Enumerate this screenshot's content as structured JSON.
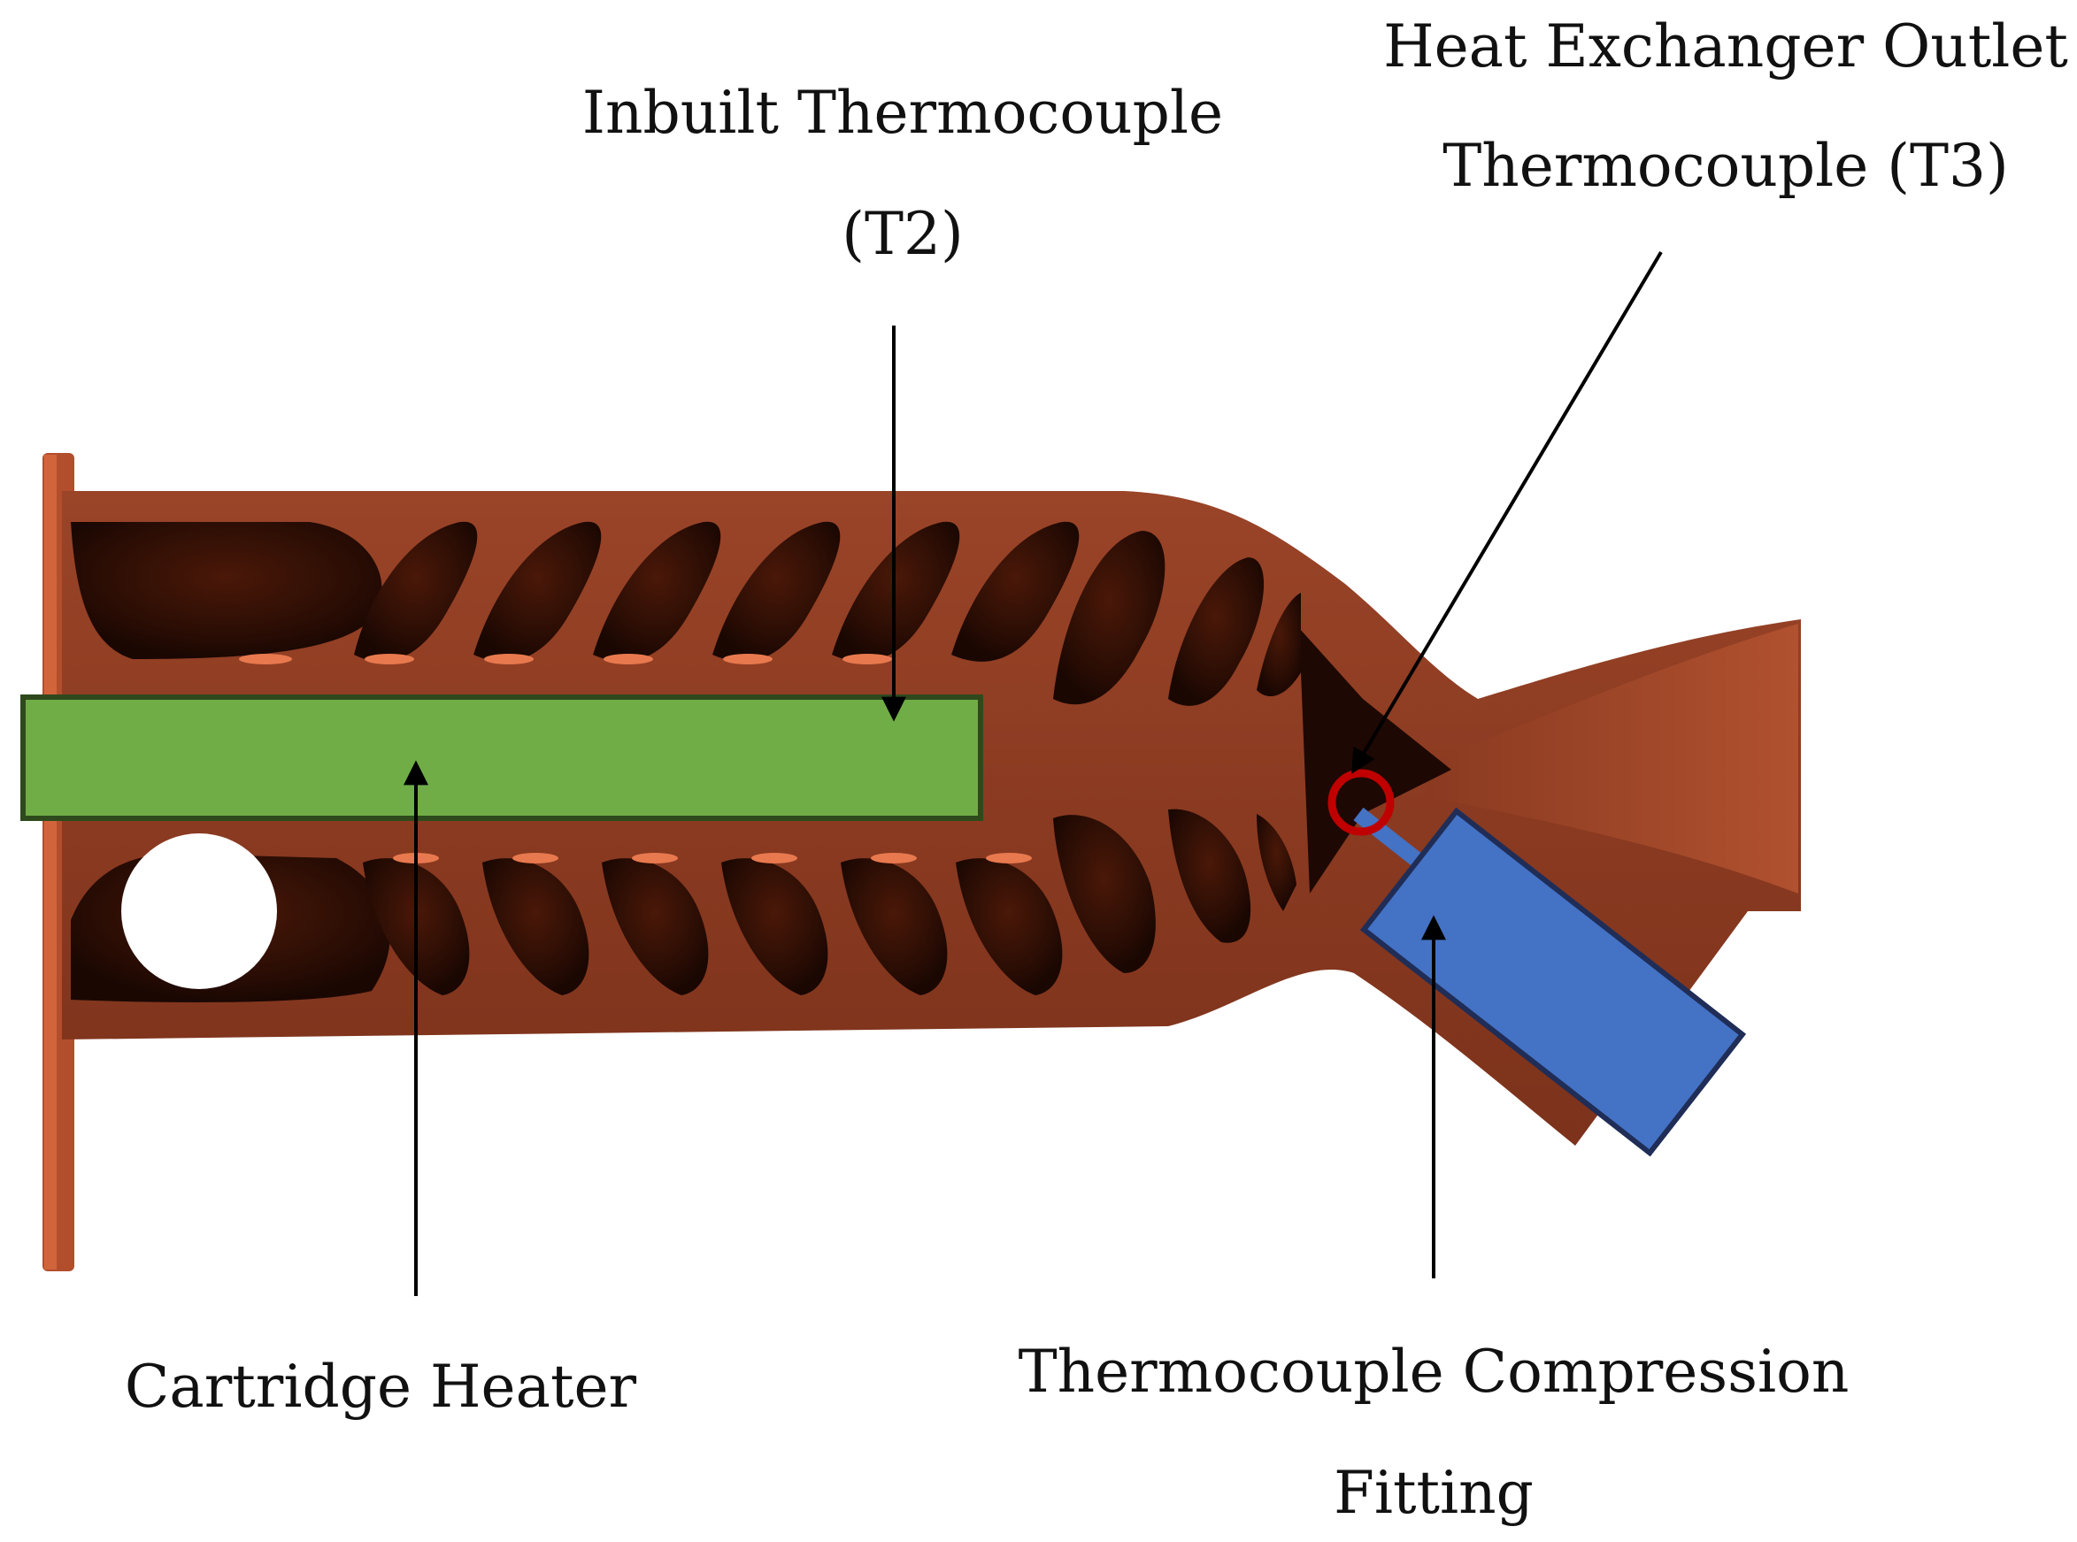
{
  "labels": {
    "inbuilt_thermocouple_line1": "Inbuilt Thermocouple",
    "inbuilt_thermocouple_line2": "(T2)",
    "outlet_thermocouple_line1": "Heat Exchanger Outlet",
    "outlet_thermocouple_line2": "Thermocouple (T3)",
    "cartridge_heater": "Cartridge Heater",
    "compression_fitting_line1": "Thermocouple Compression",
    "compression_fitting_line2": "Fitting"
  },
  "colors": {
    "copper_body": "#8f3c22",
    "copper_highlight": "#e8794e",
    "cavity_dark": "#2a0d04",
    "heater_fill": "#70ad47",
    "heater_outline": "#2e4a1c",
    "fitting_fill": "#4472c4",
    "fitting_outline": "#1f2d57",
    "marker_circle": "#c00000",
    "arrow": "#000000"
  },
  "icons": {
    "heater": "green-rectangle",
    "fitting": "blue-rotated-rectangle",
    "sensor_marker": "red-circle"
  }
}
